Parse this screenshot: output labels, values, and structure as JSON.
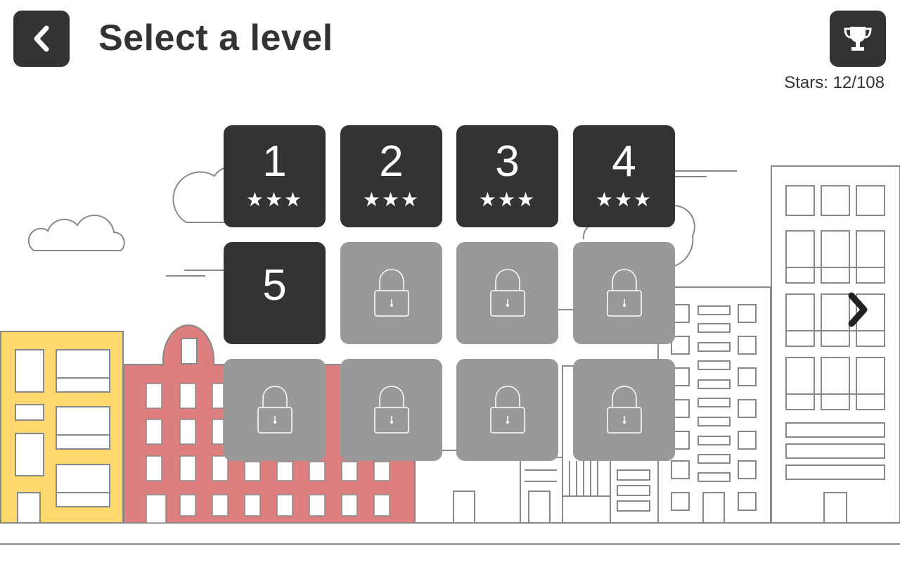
{
  "header": {
    "title": "Select a level",
    "back_icon": "chevron-left-icon",
    "trophy_icon": "trophy-icon"
  },
  "stars_label": "Stars: 12/108",
  "levels": [
    {
      "number": "1",
      "stars": "★★★",
      "locked": false
    },
    {
      "number": "2",
      "stars": "★★★",
      "locked": false
    },
    {
      "number": "3",
      "stars": "★★★",
      "locked": false
    },
    {
      "number": "4",
      "stars": "★★★",
      "locked": false
    },
    {
      "number": "5",
      "stars": "",
      "locked": false
    },
    {
      "locked": true,
      "icon": "lock-icon"
    },
    {
      "locked": true,
      "icon": "lock-icon"
    },
    {
      "locked": true,
      "icon": "lock-icon"
    },
    {
      "locked": true,
      "icon": "lock-icon"
    },
    {
      "locked": true,
      "icon": "lock-icon"
    },
    {
      "locked": true,
      "icon": "lock-icon"
    },
    {
      "locked": true,
      "icon": "lock-icon"
    }
  ],
  "next_page_icon": "chevron-right-icon",
  "colors": {
    "tile_unlocked": "#333333",
    "tile_locked": "#999999",
    "yellow_building": "#FFD970",
    "red_building": "#DE7F7F",
    "outline": "#888888"
  }
}
